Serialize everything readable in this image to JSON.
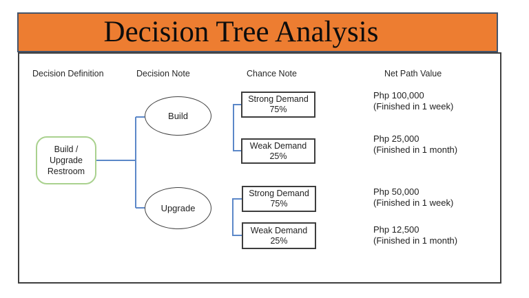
{
  "title": "Decision Tree Analysis",
  "colors": {
    "banner_orange": "#ED7D31",
    "banner_border": "#44546A",
    "connector_blue": "#5b87c8",
    "root_node_green": "#A9D18E",
    "frame_border": "#3f3f3f"
  },
  "columns": [
    {
      "label": "Decision Definition"
    },
    {
      "label": "Decision Note"
    },
    {
      "label": "Chance Note"
    },
    {
      "label": "Net Path Value"
    }
  ],
  "tree": {
    "root": {
      "lines": [
        "Build /",
        "Upgrade",
        "Restroom"
      ]
    },
    "decisions": [
      {
        "label": "Build"
      },
      {
        "label": "Upgrade"
      }
    ],
    "chances": [
      {
        "label": "Strong Demand",
        "percent": "75%"
      },
      {
        "label": "Weak Demand",
        "percent": "25%"
      },
      {
        "label": "Strong Demand",
        "percent": "75%"
      },
      {
        "label": "Weak Demand",
        "percent": "25%"
      }
    ],
    "outcomes": [
      {
        "value": "Php 100,000",
        "note": "(Finished in 1 week)"
      },
      {
        "value": "Php 25,000",
        "note": "(Finished in 1 month)"
      },
      {
        "value": "Php 50,000",
        "note": "(Finished in 1 week)"
      },
      {
        "value": "Php 12,500",
        "note": "(Finished in 1 month)"
      }
    ]
  }
}
